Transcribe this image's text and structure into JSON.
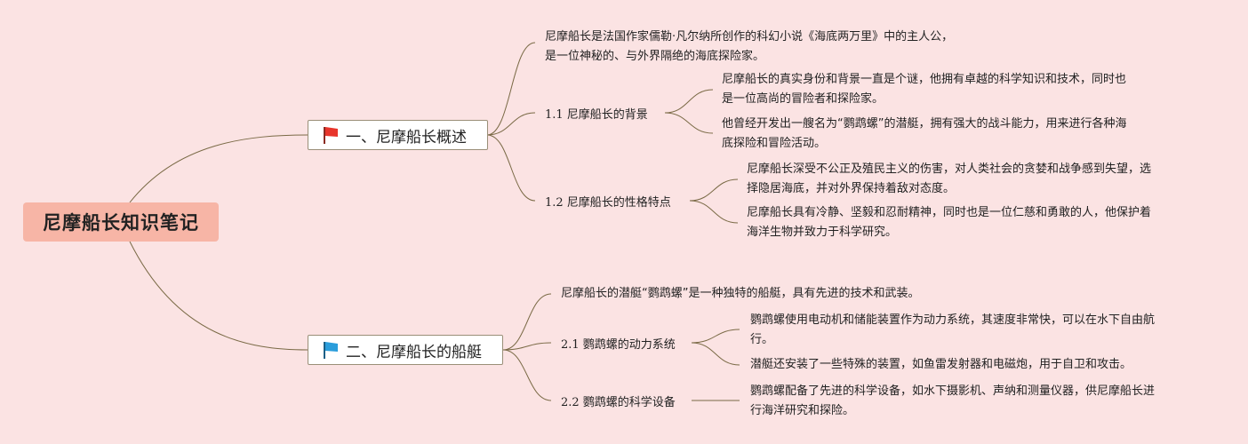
{
  "title": "尼摩船长知识笔记",
  "colors": {
    "background": "#fbe3e3",
    "root_fill": "#f7b5a6",
    "line": "#7a6a46",
    "flag_red": "#e8352b",
    "flag_blue": "#2a9ddb"
  },
  "branches": [
    {
      "label": "一、尼摩船长概述",
      "flag_icon": "red-flag-icon",
      "intro": "尼摩船长是法国作家儒勒·凡尔纳所创作的科幻小说《海底两万里》中的主人公，\n是一位神秘的、与外界隔绝的海底探险家。",
      "subs": [
        {
          "label": "1.1 尼摩船长的背景",
          "notes": [
            "尼摩船长的真实身份和背景一直是个谜，他拥有卓越的科学知识和技术，同时也\n是一位高尚的冒险者和探险家。",
            "他曾经开发出一艘名为“鹦鹉螺”的潜艇，拥有强大的战斗能力，用来进行各种海\n底探险和冒险活动。"
          ]
        },
        {
          "label": "1.2 尼摩船长的性格特点",
          "notes": [
            "尼摩船长深受不公正及殖民主义的伤害，对人类社会的贪婪和战争感到失望，选\n择隐居海底，并对外界保持着敌对态度。",
            "尼摩船长具有冷静、坚毅和忍耐精神，同时也是一位仁慈和勇敢的人，他保护着\n海洋生物并致力于科学研究。"
          ]
        }
      ]
    },
    {
      "label": "二、尼摩船长的船艇",
      "flag_icon": "blue-flag-icon",
      "intro": "尼摩船长的潜艇“鹦鹉螺”是一种独特的船艇，具有先进的技术和武装。",
      "subs": [
        {
          "label": "2.1 鹦鹉螺的动力系统",
          "notes": [
            "鹦鹉螺使用电动机和储能装置作为动力系统，其速度非常快，可以在水下自由航\n行。",
            "潜艇还安装了一些特殊的装置，如鱼雷发射器和电磁炮，用于自卫和攻击。"
          ]
        },
        {
          "label": "2.2 鹦鹉螺的科学设备",
          "notes": [
            "鹦鹉螺配备了先进的科学设备，如水下摄影机、声纳和测量仪器，供尼摩船长进\n行海洋研究和探险。"
          ]
        }
      ]
    }
  ]
}
